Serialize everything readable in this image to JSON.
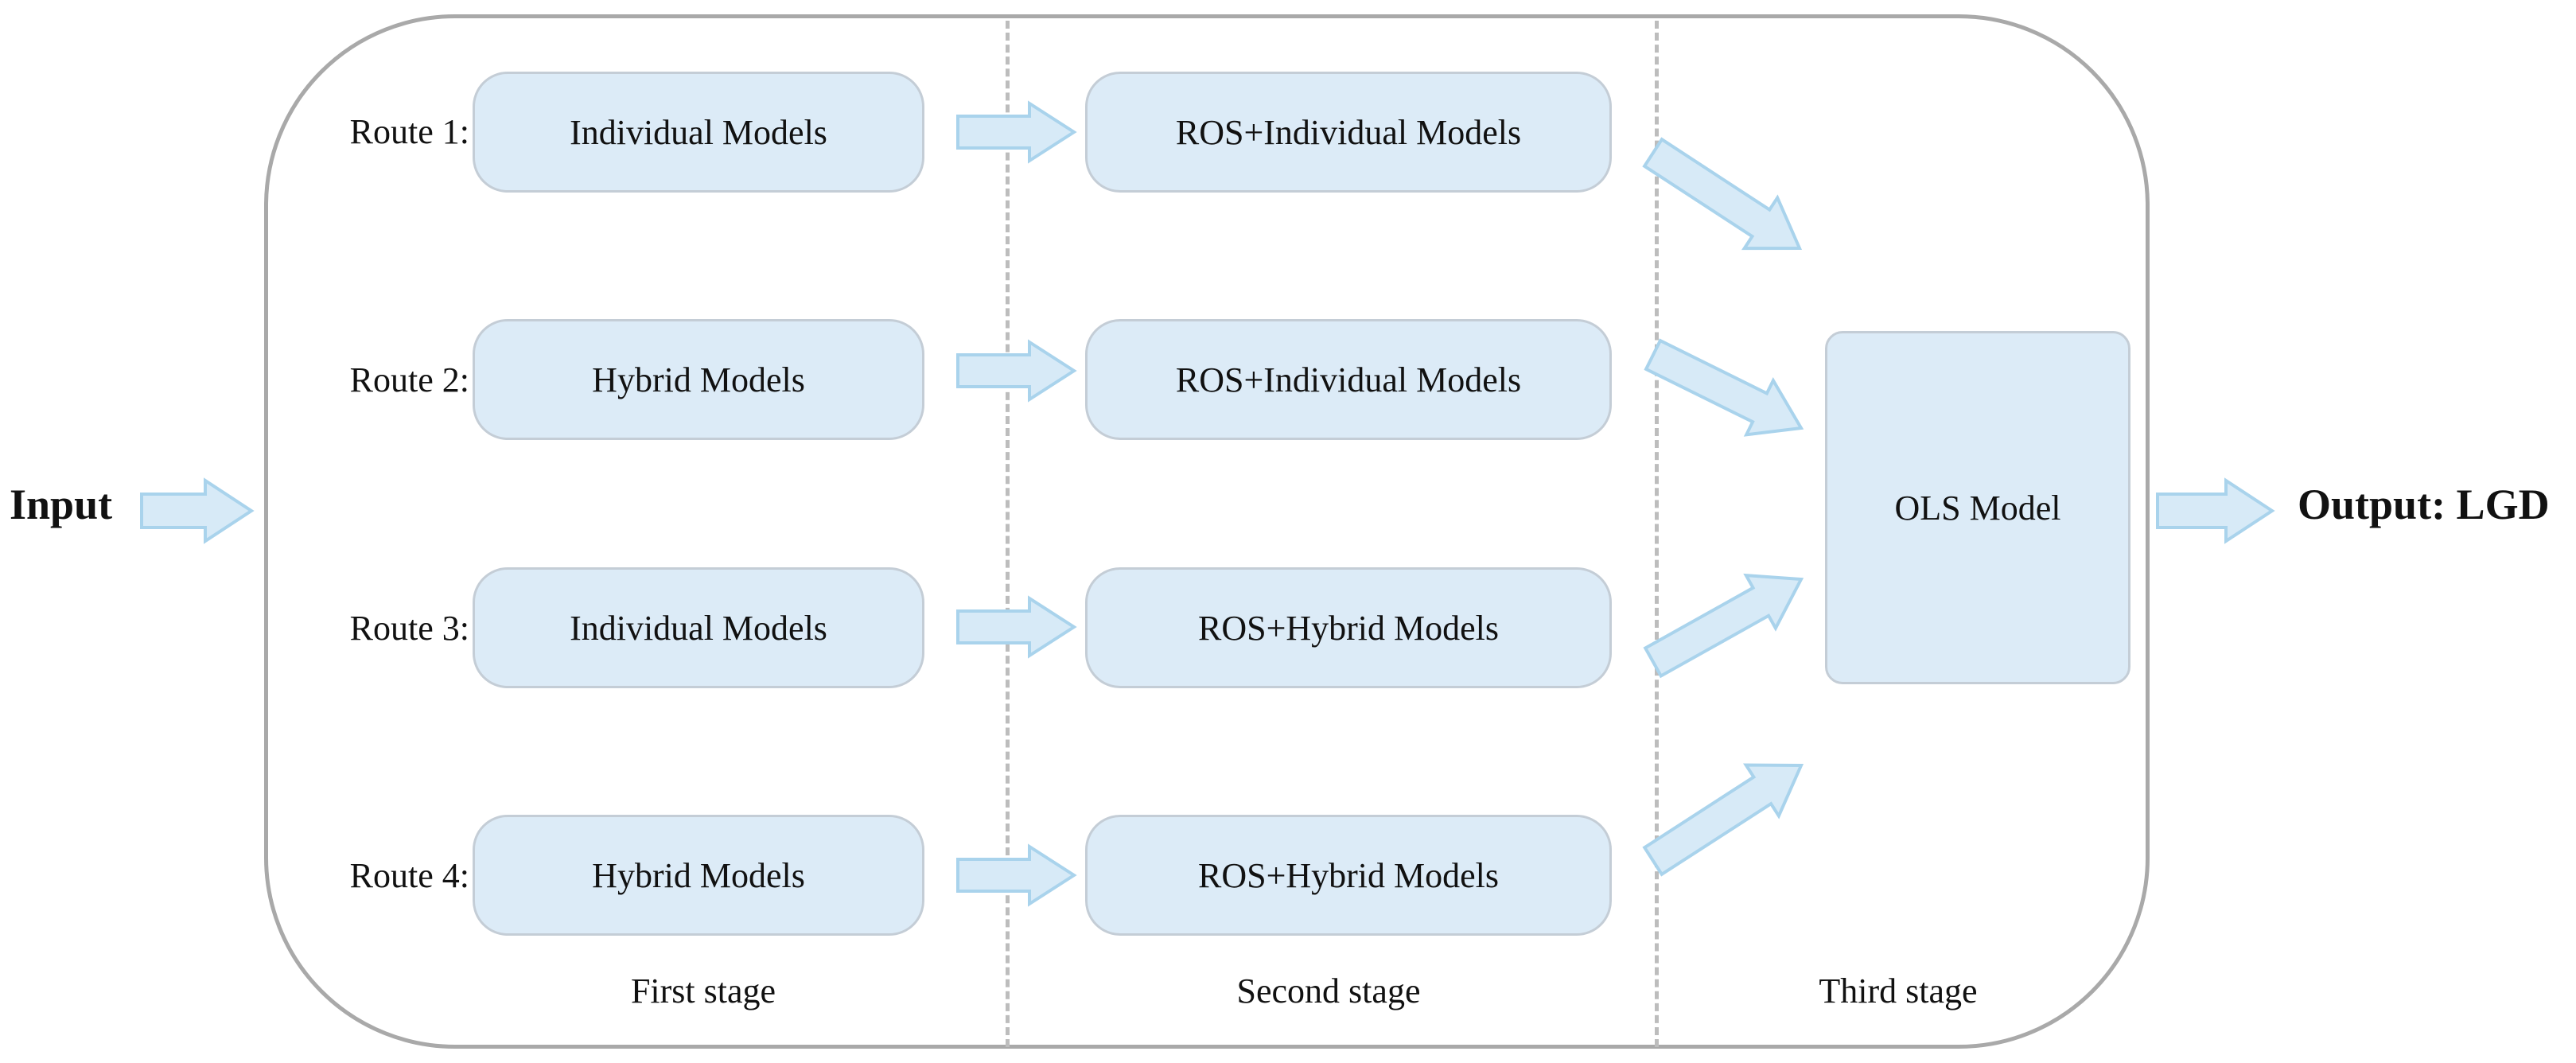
{
  "input_label": "Input",
  "output_label": "Output: LGD",
  "routes": [
    {
      "label": "Route 1:",
      "first": "Individual Models",
      "second": "ROS+Individual Models"
    },
    {
      "label": "Route 2:",
      "first": "Hybrid Models",
      "second": "ROS+Individual Models"
    },
    {
      "label": "Route 3:",
      "first": "Individual Models",
      "second": "ROS+Hybrid Models"
    },
    {
      "label": "Route 4:",
      "first": "Hybrid Models",
      "second": "ROS+Hybrid Models"
    }
  ],
  "final_model": "OLS Model",
  "stages": [
    "First stage",
    "Second stage",
    "Third stage"
  ],
  "colors": {
    "box_fill": "#dcebf7",
    "box_border": "#c4cdd6",
    "arrow_fill": "#d7eaf7",
    "arrow_stroke": "#a9d3ec",
    "frame": "#a9a9a9",
    "divider": "#bdbdbd"
  }
}
